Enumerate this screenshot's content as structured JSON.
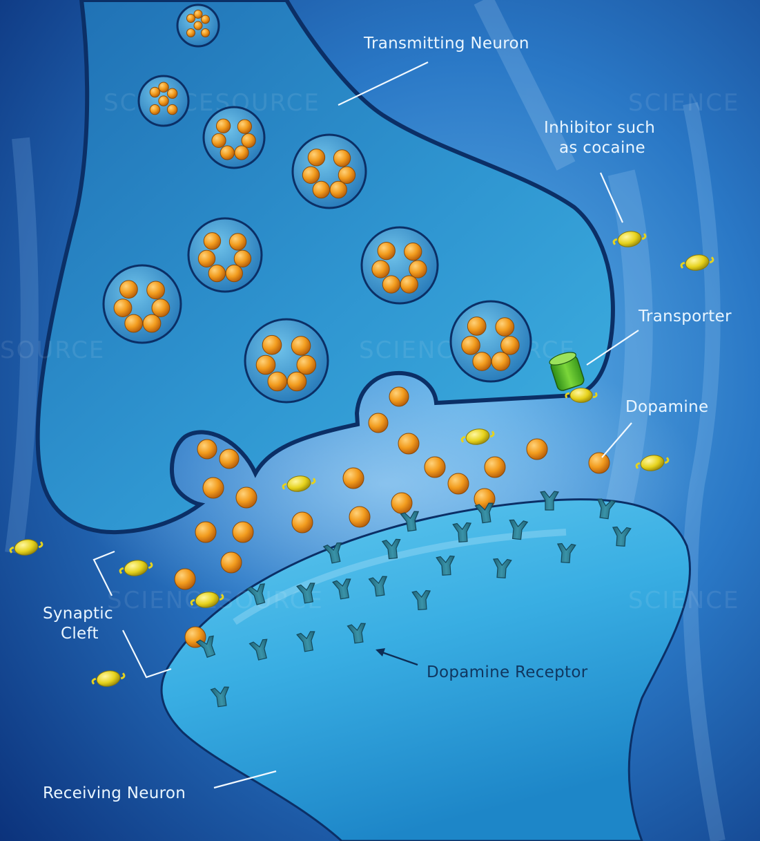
{
  "labels": {
    "transmitting_neuron": "Transmitting Neuron",
    "inhibitor_line1": "Inhibitor such",
    "inhibitor_line2": "as cocaine",
    "transporter": "Transporter",
    "dopamine": "Dopamine",
    "synaptic_line1": "Synaptic",
    "synaptic_line2": "Cleft",
    "dopamine_receptor": "Dopamine Receptor",
    "receiving_neuron": "Receiving Neuron"
  },
  "watermark": {
    "text_1": "SCIENCESOURCE",
    "text_2": "SCIENCE",
    "text_3": "SOURCE",
    "text_4": "SCIENCESOURCE",
    "text_5": "SCIENCESOURCE",
    "text_6": "SCIENCE"
  },
  "colors": {
    "background": "#0d3f86",
    "transmitting_neuron": "#2f94cf",
    "receiving_neuron": "#46b6e6",
    "membrane": "#0b2f66",
    "dopamine": "#f29c1e",
    "inhibitor": "#e6d21c",
    "transporter": "#5cbf2a",
    "receptor": "#2d7f95"
  }
}
